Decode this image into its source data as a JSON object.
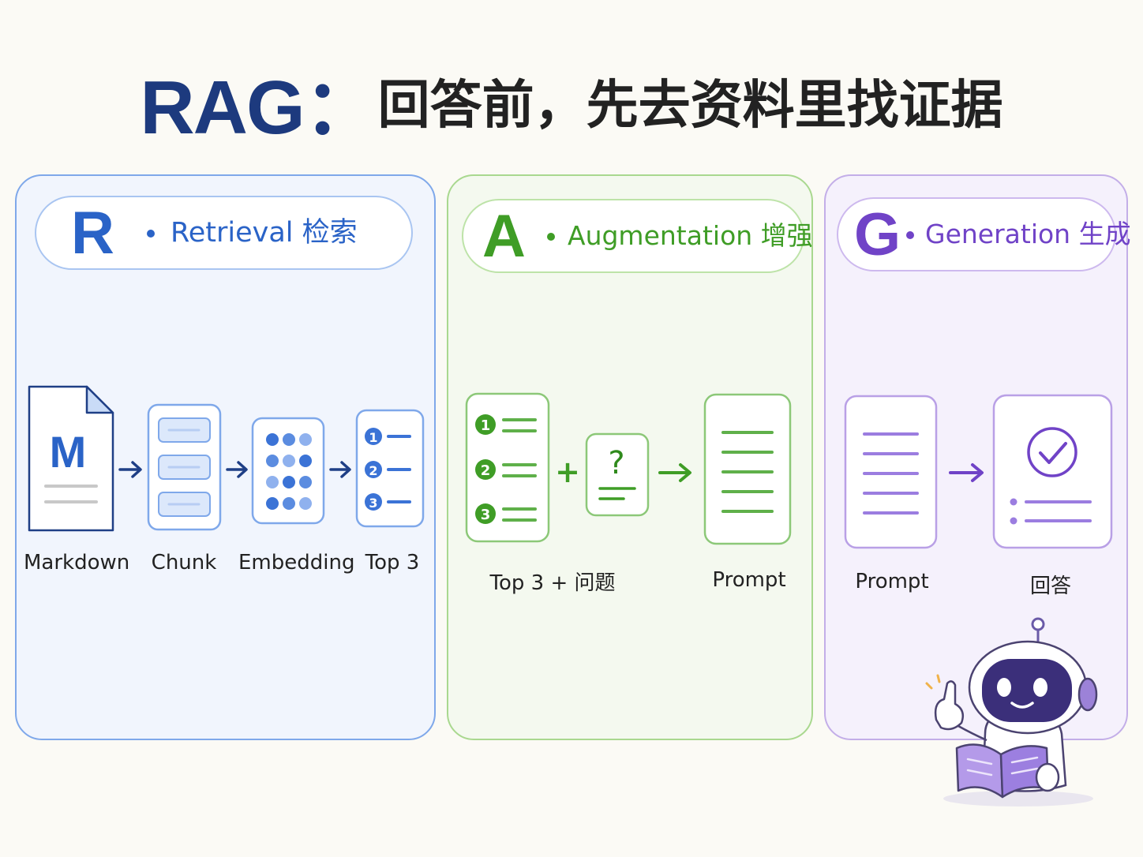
{
  "title": {
    "prefix": "RAG：",
    "text": "回答前，先去资料里找证据"
  },
  "stages": {
    "retrieval": {
      "letter": "R",
      "label": "Retrieval 检索",
      "color": "#2a63c7",
      "steps": [
        "Markdown",
        "Chunk",
        "Embedding",
        "Top 3"
      ],
      "doc_letter": "M",
      "rank_numbers": [
        "1",
        "2",
        "3"
      ]
    },
    "augmentation": {
      "letter": "A",
      "label": "Augmentation 增强",
      "color": "#3f9d26",
      "steps": [
        "Top 3 + 问题",
        "Prompt"
      ],
      "rank_numbers": [
        "1",
        "2",
        "3"
      ],
      "plus_sign": "+",
      "question_mark": "?"
    },
    "generation": {
      "letter": "G",
      "label": "Generation 生成",
      "color": "#7043c7",
      "steps": [
        "Prompt",
        "回答"
      ]
    }
  },
  "icons": {
    "document": "markdown-document-icon",
    "chunks": "chunk-stack-icon",
    "embedding": "vector-grid-icon",
    "ranked": "ranked-list-icon",
    "question": "question-card-icon",
    "prompt": "prompt-lines-icon",
    "answer": "checkmark-answer-icon",
    "mascot": "robot-reading-book-icon"
  }
}
